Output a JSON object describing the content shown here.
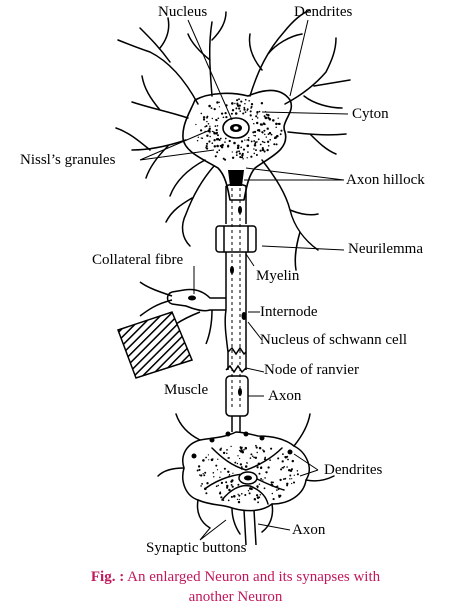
{
  "labels": {
    "nucleus": "Nucleus",
    "dendrites_top": "Dendrites",
    "cyton": "Cyton",
    "nissls_granules": "Nissl’s granules",
    "axon_hillock": "Axon hillock",
    "neurilemma": "Neurilemma",
    "collateral_fibre": "Collateral fibre",
    "myelin": "Myelin",
    "internode": "Internode",
    "nucleus_schwann": "Nucleus of schwann cell",
    "muscle": "Muscle",
    "node_of_ranvier": "Node of ranvier",
    "axon_mid": "Axon",
    "dendrites_bottom": "Dendrites",
    "axon_bottom": "Axon",
    "synaptic_buttons": "Synaptic buttons"
  },
  "caption": {
    "prefix": "Fig. :",
    "line1": "An enlarged Neuron and its synapses with",
    "line2": "another Neuron"
  },
  "colors": {
    "caption": "#c2185b",
    "ink": "#000000"
  }
}
